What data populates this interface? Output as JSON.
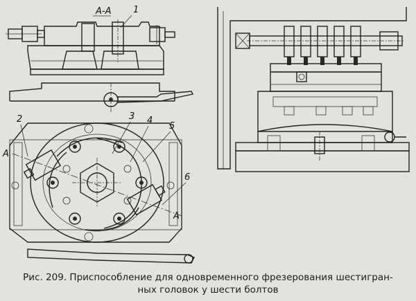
{
  "figure": {
    "caption_line1": "Рис. 209. Приспособление для одновременного фрезерования шестигран-",
    "caption_line2": "ных головок у шести болтов"
  },
  "callouts": {
    "section_label_top": "А-А",
    "section_mark_left": "А",
    "section_mark_right": "А",
    "n1": "1",
    "n2": "2",
    "n3": "3",
    "n4": "4",
    "n5": "5",
    "n6": "6"
  }
}
